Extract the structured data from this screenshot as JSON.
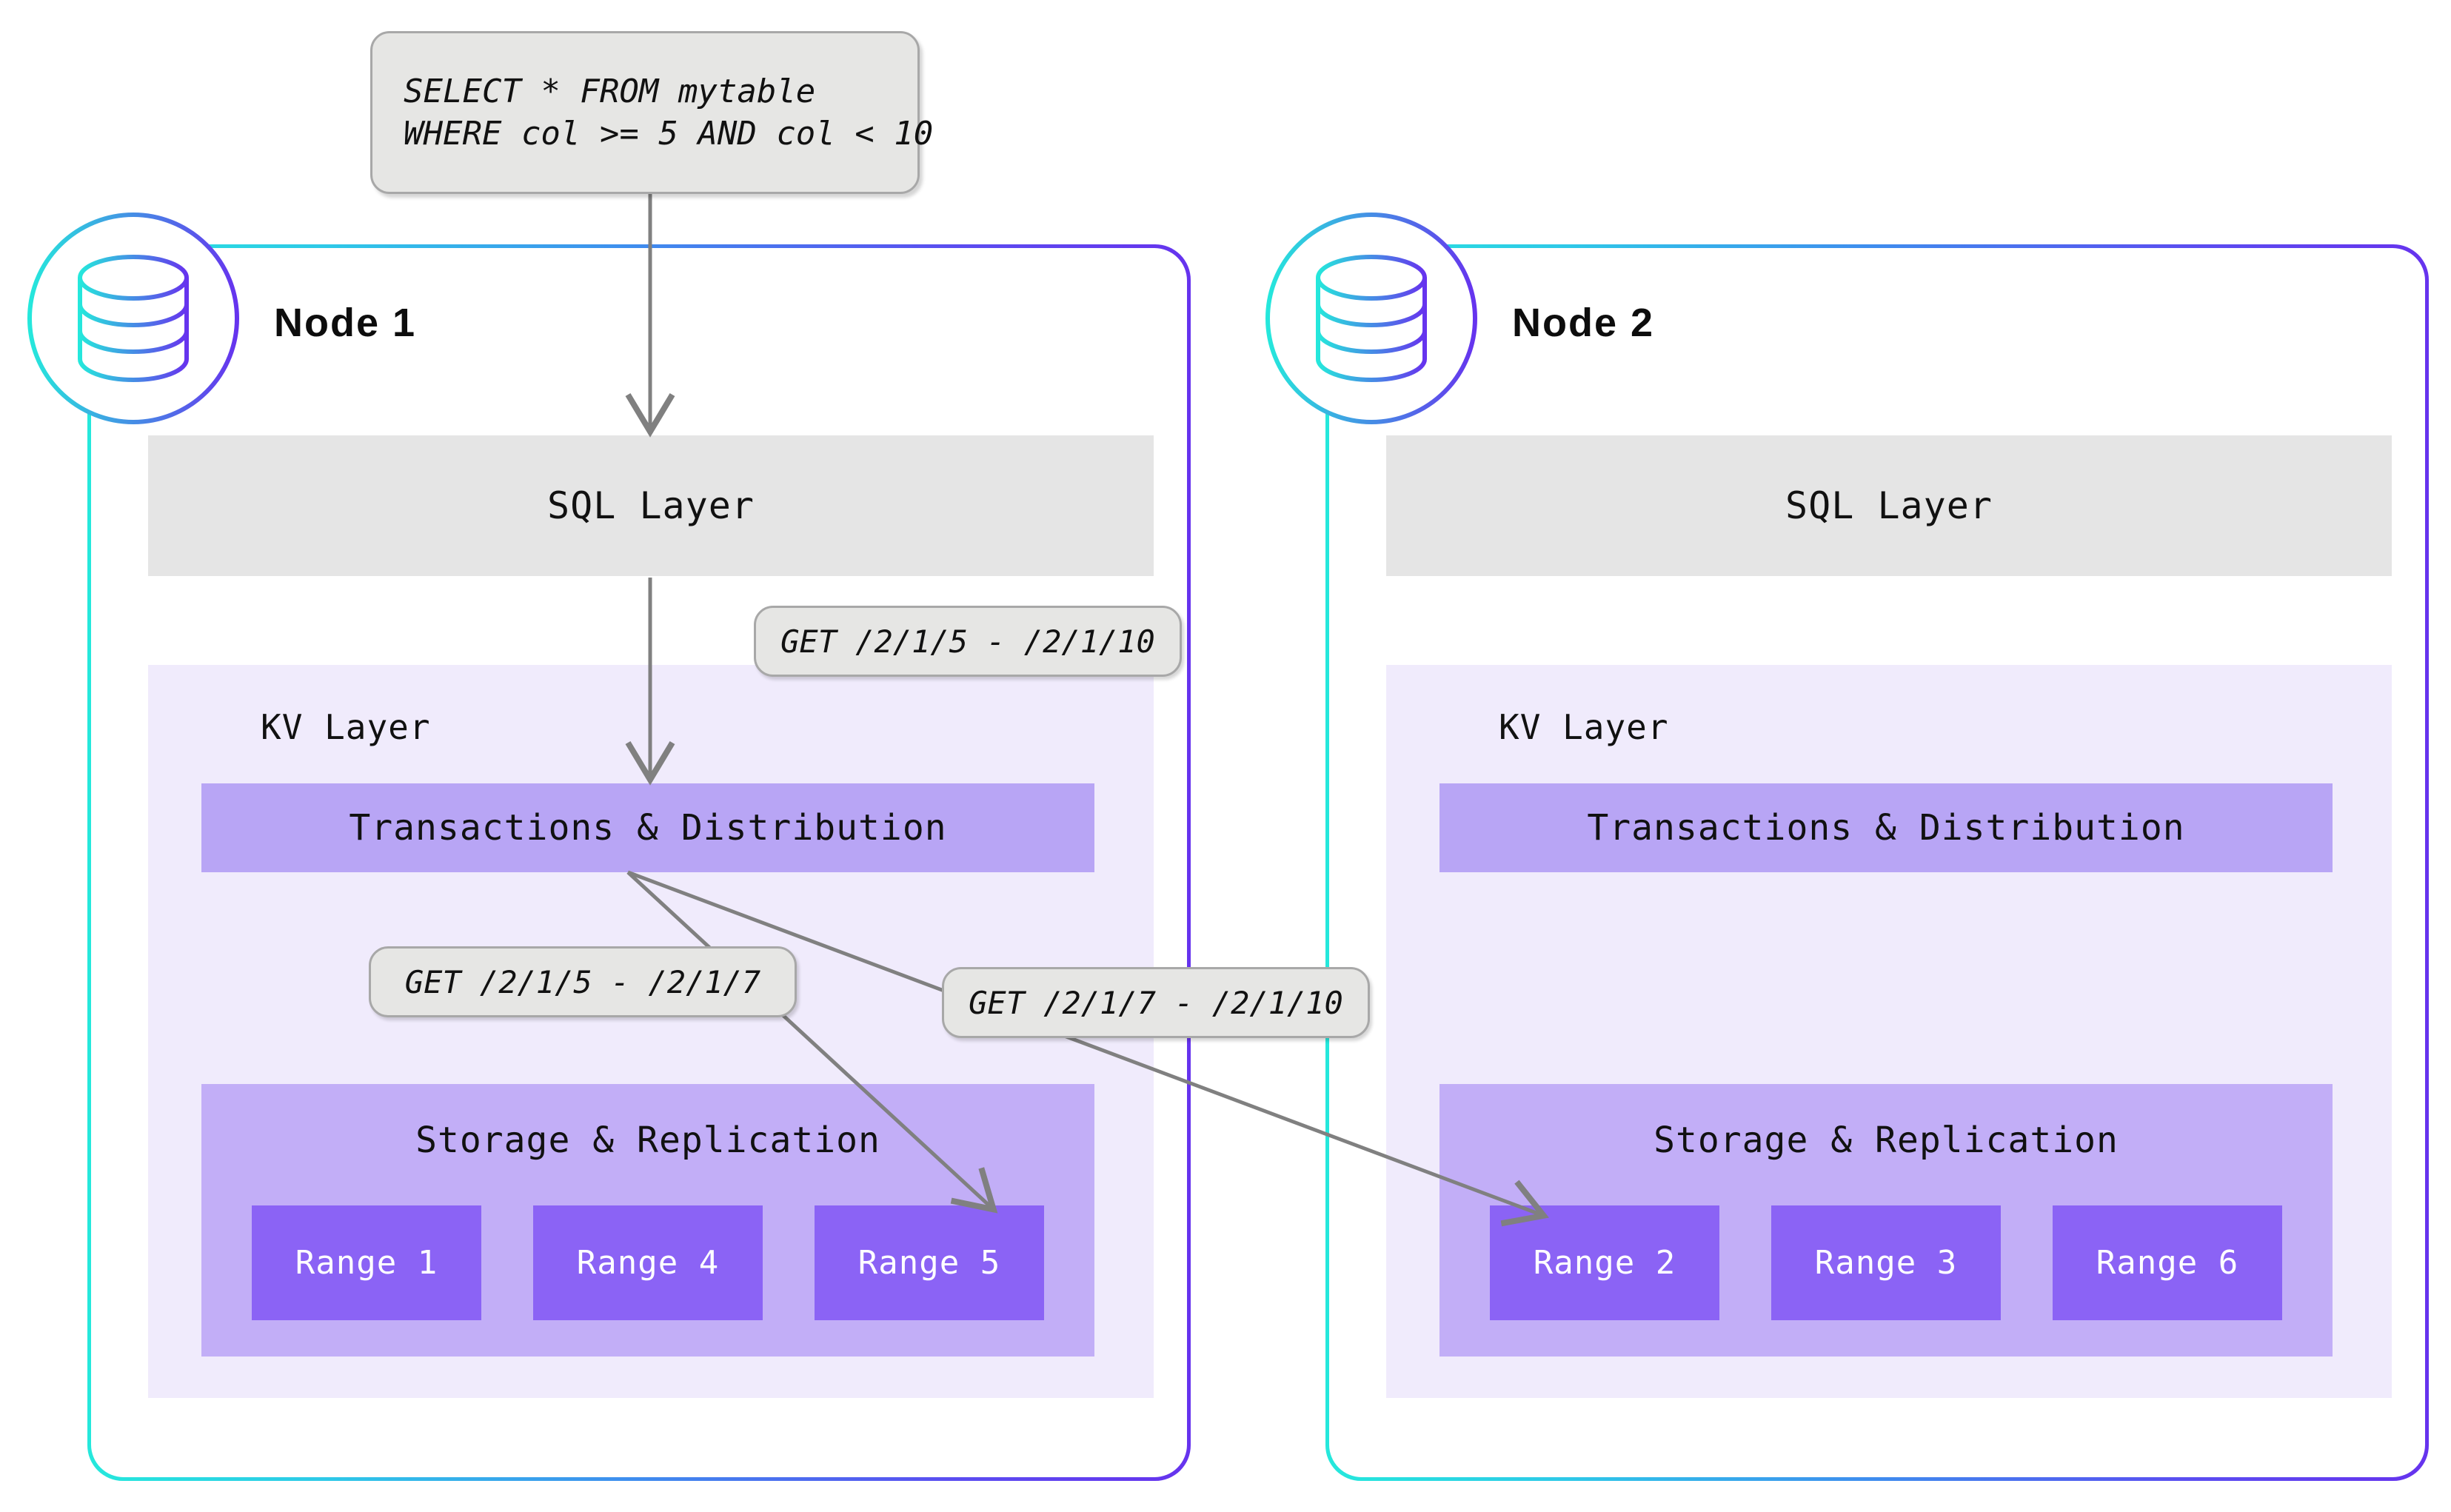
{
  "diagram": {
    "title": "Distributed SQL query routing across nodes",
    "colors": {
      "gradient_start": "#25e8dc",
      "gradient_end": "#6633ee",
      "sql_band": "#e5e5e5",
      "kv_band": "#f0ebfc",
      "txn_band": "#b8a5f5",
      "storage_band": "#c2aef7",
      "range_box": "#8b63f5",
      "pill_bg": "#e6e6e4",
      "pill_border": "#a8a8a8",
      "arrow": "#808080"
    }
  },
  "query_box": {
    "name": "sql-query",
    "line1": "SELECT * FROM mytable",
    "line2": "WHERE col >= 5 AND col < 10"
  },
  "nodes": [
    {
      "id": "node-1",
      "title": "Node 1",
      "icon": "database-cylinder-icon",
      "sql_layer_label": "SQL Layer",
      "kv_layer_label": "KV Layer",
      "transactions_label": "Transactions & Distribution",
      "storage_label": "Storage & Replication",
      "ranges": [
        "Range 1",
        "Range 4",
        "Range 5"
      ]
    },
    {
      "id": "node-2",
      "title": "Node 2",
      "icon": "database-cylinder-icon",
      "sql_layer_label": "SQL Layer",
      "kv_layer_label": "KV Layer",
      "transactions_label": "Transactions & Distribution",
      "storage_label": "Storage & Replication",
      "ranges": [
        "Range 2",
        "Range 3",
        "Range 6"
      ]
    }
  ],
  "callouts": [
    {
      "id": "get-full",
      "text": "GET /2/1/5 - /2/1/10"
    },
    {
      "id": "get-left",
      "text": "GET /2/1/5 - /2/1/7"
    },
    {
      "id": "get-right",
      "text": "GET /2/1/7 - /2/1/10"
    }
  ],
  "flows": [
    {
      "from": "sql-query",
      "to": "node-1 SQL Layer",
      "label": ""
    },
    {
      "from": "node-1 SQL Layer",
      "to": "node-1 Transactions",
      "label": "GET /2/1/5 - /2/1/10"
    },
    {
      "from": "node-1 Transactions",
      "to": "node-1 Range 5",
      "label": "GET /2/1/5 - /2/1/7"
    },
    {
      "from": "node-1 Transactions",
      "to": "node-2 Range 2",
      "label": "GET /2/1/7 - /2/1/10"
    }
  ]
}
